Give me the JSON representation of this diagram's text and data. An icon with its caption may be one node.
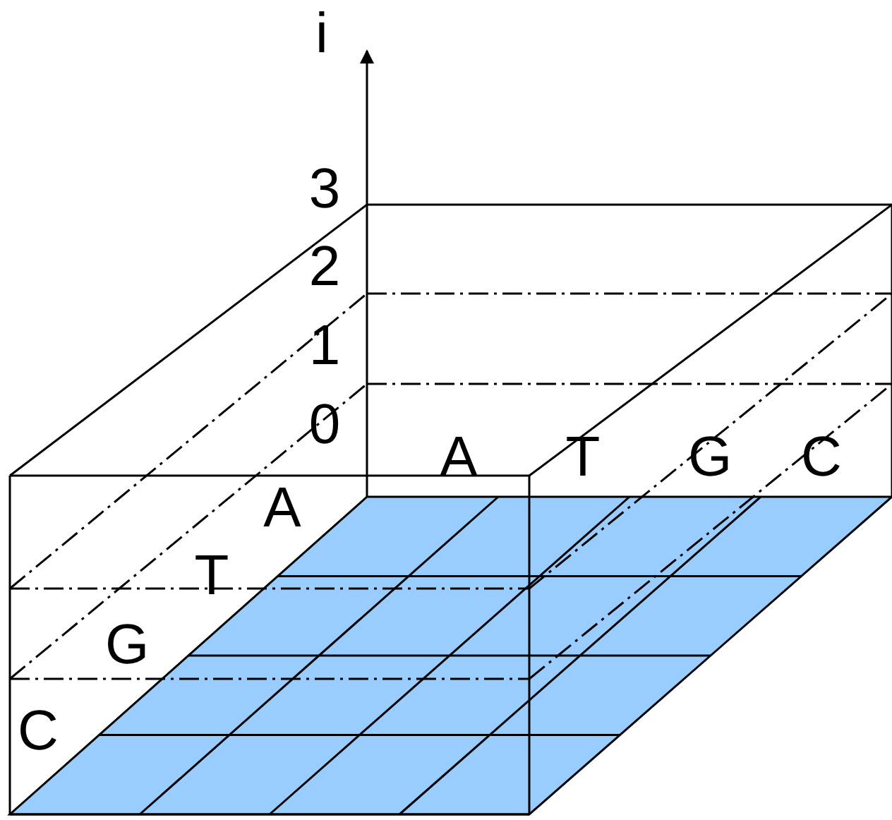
{
  "diagram": {
    "labels": [
      "i",
      "3",
      "2",
      "1",
      "0",
      "A",
      "T",
      "G",
      "C",
      "A",
      "T",
      "G",
      "C"
    ]
  }
}
